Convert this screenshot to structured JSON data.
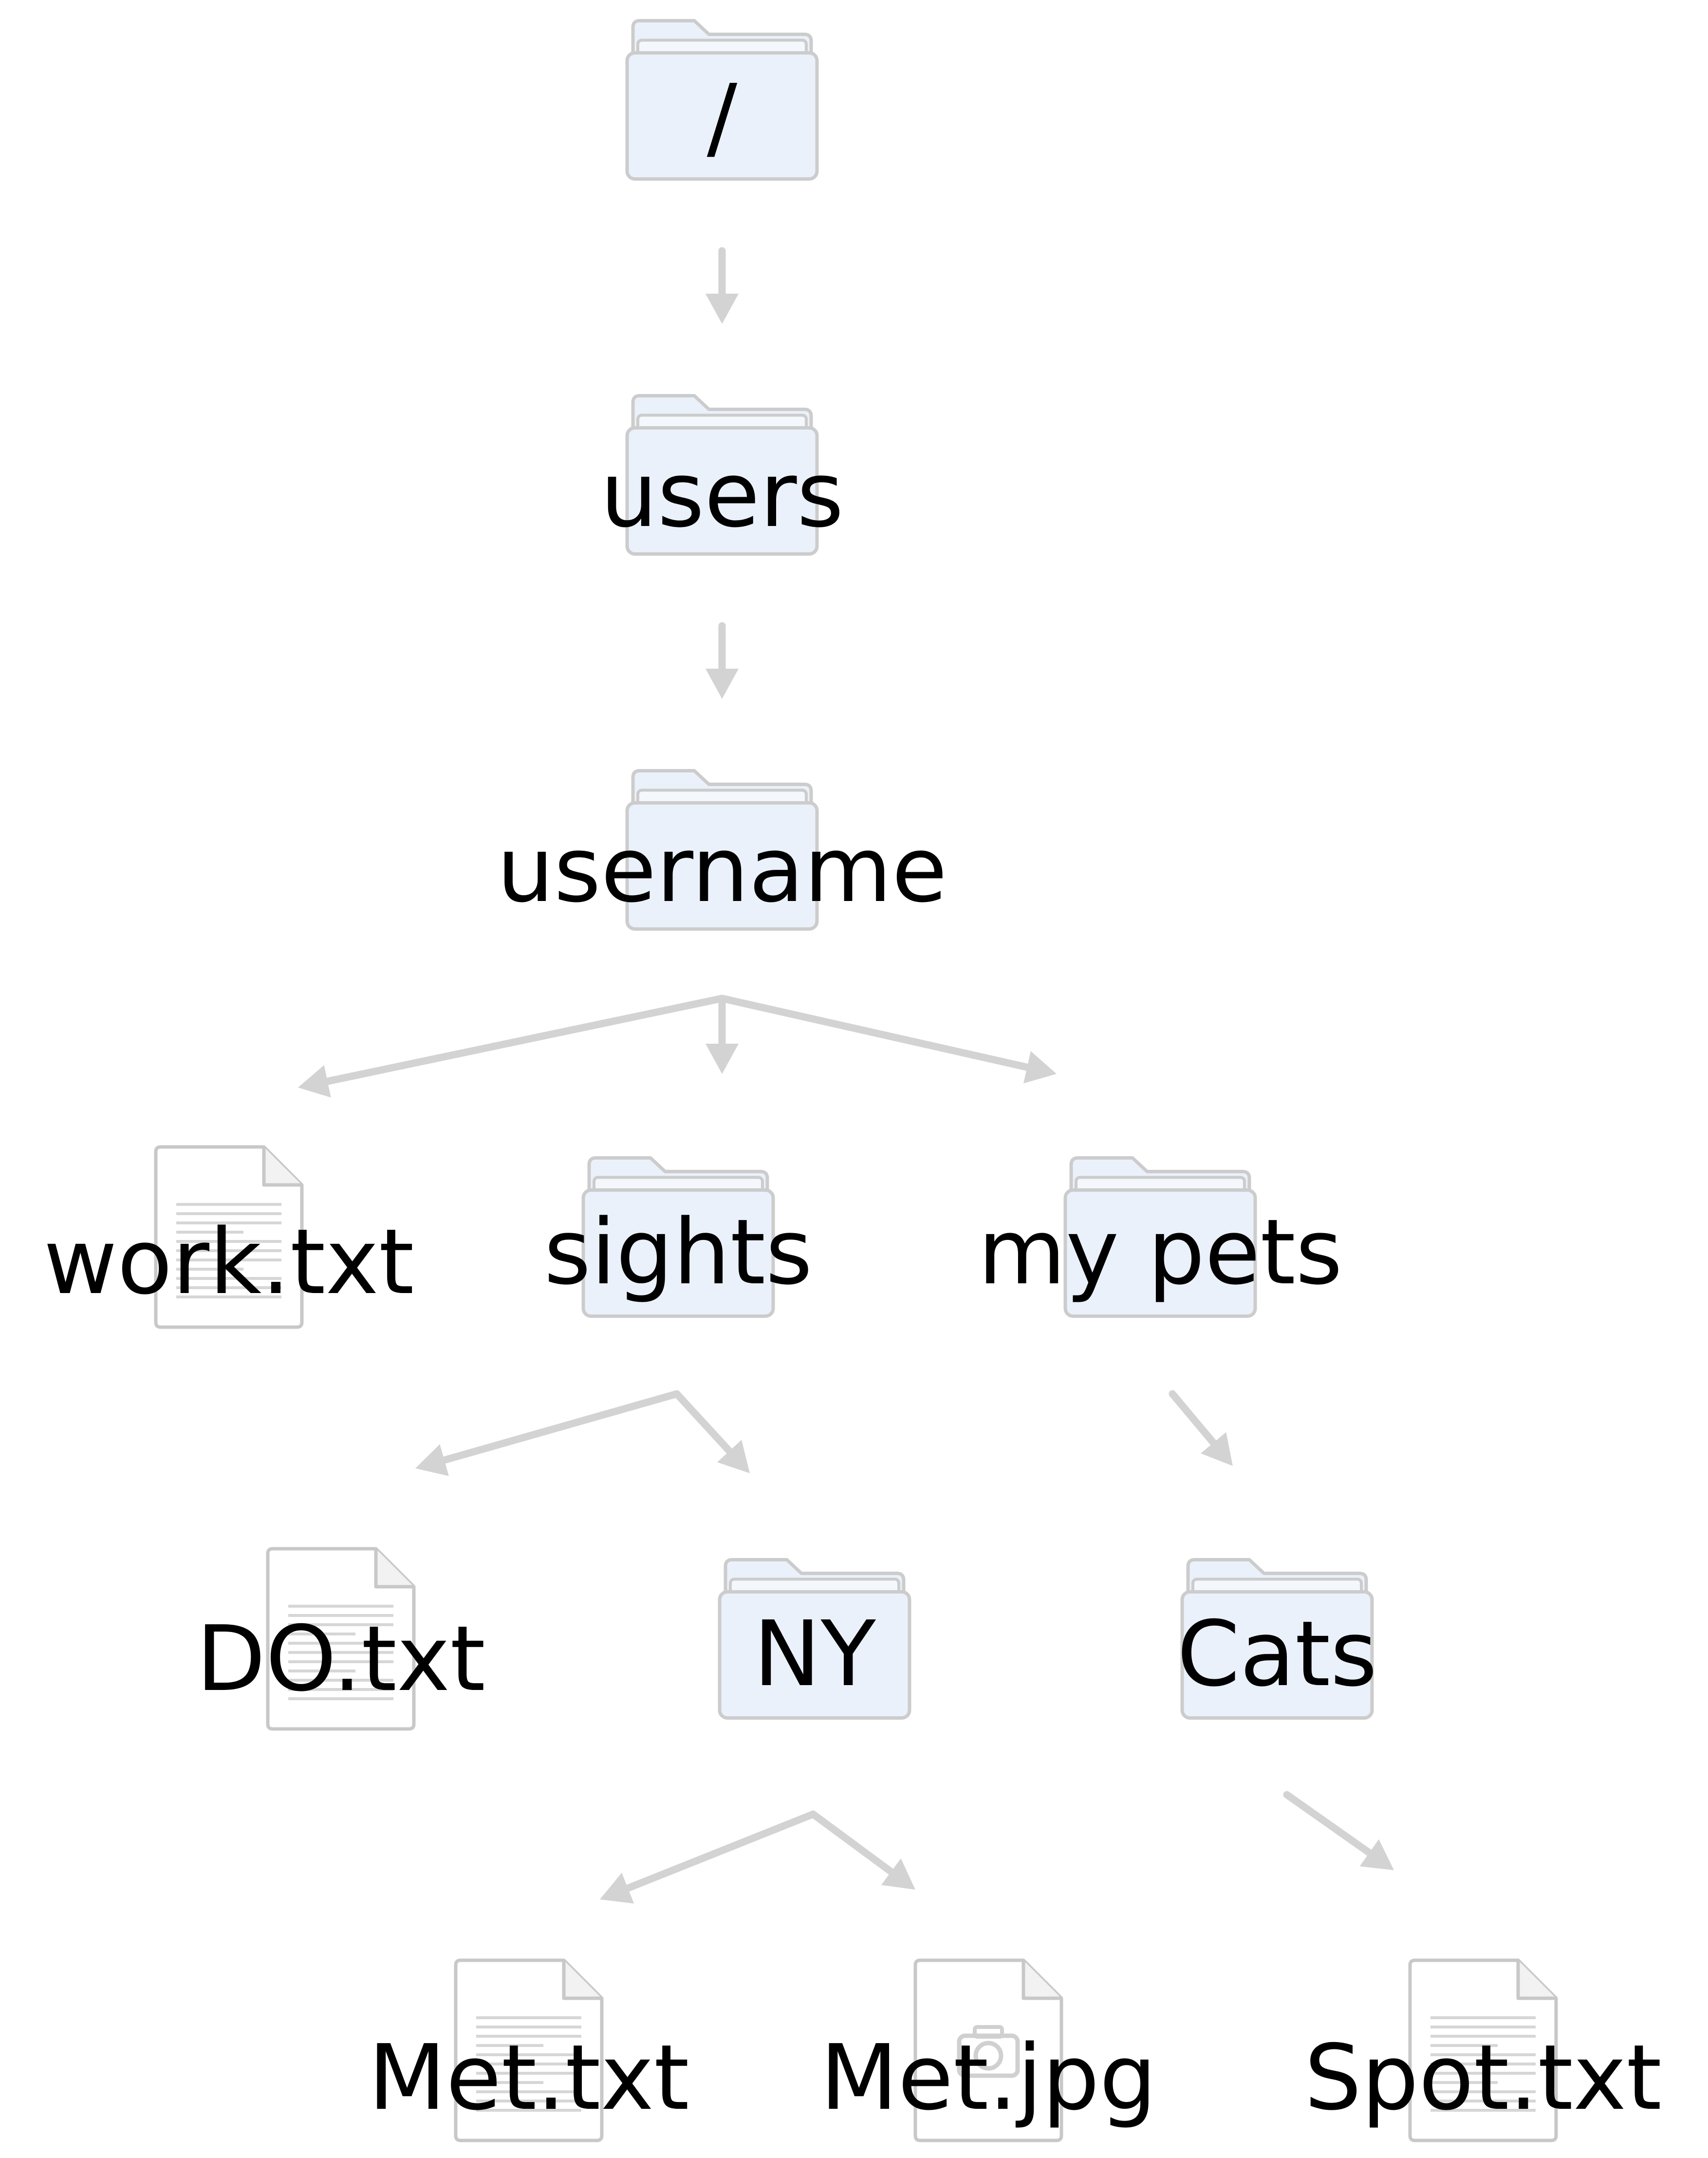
{
  "colors": {
    "folder_fill": "#eaf1fa",
    "folder_stroke": "#cccccc",
    "file_fill": "#ffffff",
    "file_stroke": "#c8c8c8",
    "arrow": "#d3d3d3",
    "label": "#000000"
  },
  "nodes": [
    {
      "id": "root",
      "type": "folder",
      "label": "/"
    },
    {
      "id": "users",
      "type": "folder",
      "label": "users"
    },
    {
      "id": "username",
      "type": "folder",
      "label": "username"
    },
    {
      "id": "work-txt",
      "type": "text-file",
      "label": "work.txt"
    },
    {
      "id": "sights",
      "type": "folder",
      "label": "sights"
    },
    {
      "id": "my-pets",
      "type": "folder",
      "label": "my pets"
    },
    {
      "id": "do-txt",
      "type": "text-file",
      "label": "DO.txt"
    },
    {
      "id": "ny",
      "type": "folder",
      "label": "NY"
    },
    {
      "id": "cats",
      "type": "folder",
      "label": "Cats"
    },
    {
      "id": "met-txt",
      "type": "text-file",
      "label": "Met.txt"
    },
    {
      "id": "met-jpg",
      "type": "image-file",
      "label": "Met.jpg"
    },
    {
      "id": "spot-txt",
      "type": "text-file",
      "label": "Spot.txt"
    }
  ],
  "edges": [
    {
      "from": "root",
      "to": "users"
    },
    {
      "from": "users",
      "to": "username"
    },
    {
      "from": "username",
      "to": "work-txt"
    },
    {
      "from": "username",
      "to": "sights"
    },
    {
      "from": "username",
      "to": "my-pets"
    },
    {
      "from": "sights",
      "to": "do-txt"
    },
    {
      "from": "sights",
      "to": "ny"
    },
    {
      "from": "my-pets",
      "to": "cats"
    },
    {
      "from": "ny",
      "to": "met-txt"
    },
    {
      "from": "ny",
      "to": "met-jpg"
    },
    {
      "from": "cats",
      "to": "spot-txt"
    }
  ]
}
